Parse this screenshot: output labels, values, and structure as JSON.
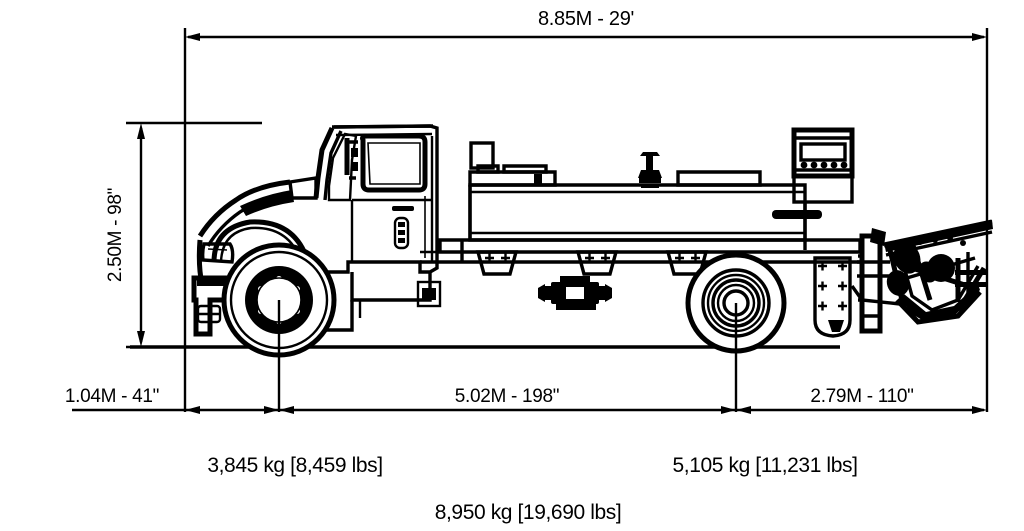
{
  "drawing": {
    "title": "Truck Side Elevation Dimension Drawing",
    "subject": "spreader-truck",
    "background_color": "#ffffff",
    "line_color": "#000000"
  },
  "dimensions": {
    "overall_length": {
      "label": "8.85M - 29'",
      "name": "overall-length-dimension",
      "metric": "8.85M",
      "imperial": "29'"
    },
    "height": {
      "label": "2.50M - 98\"",
      "name": "overall-height-dimension",
      "metric": "2.50M",
      "imperial": "98\"",
      "orientation": "vertical"
    },
    "front_overhang": {
      "label": "1.04M - 41\"",
      "name": "front-overhang-dimension",
      "metric": "1.04M",
      "imperial": "41\""
    },
    "wheelbase": {
      "label": "5.02M - 198\"",
      "name": "wheelbase-dimension",
      "metric": "5.02M",
      "imperial": "198\""
    },
    "rear_overhang": {
      "label": "2.79M - 110\"",
      "name": "rear-overhang-dimension",
      "metric": "2.79M",
      "imperial": "110\""
    }
  },
  "weights": {
    "front_axle": {
      "label": "3,845 kg [8,459 lbs]",
      "name": "front-axle-weight",
      "kg": "3,845 kg",
      "lbs": "8,459 lbs"
    },
    "rear_axle": {
      "label": "5,105 kg [11,231 lbs]",
      "name": "rear-axle-weight",
      "kg": "5,105 kg",
      "lbs": "11,231 lbs"
    },
    "total": {
      "label": "8,950 kg [19,690 lbs]",
      "name": "total-weight",
      "kg": "8,950 kg",
      "lbs": "19,690 lbs"
    }
  },
  "vehicle": {
    "components": [
      "cab",
      "hood",
      "front-wheel",
      "rear-wheel",
      "tank-body",
      "control-panel",
      "spreader-assembly",
      "mud-flap",
      "pump-assembly"
    ]
  }
}
